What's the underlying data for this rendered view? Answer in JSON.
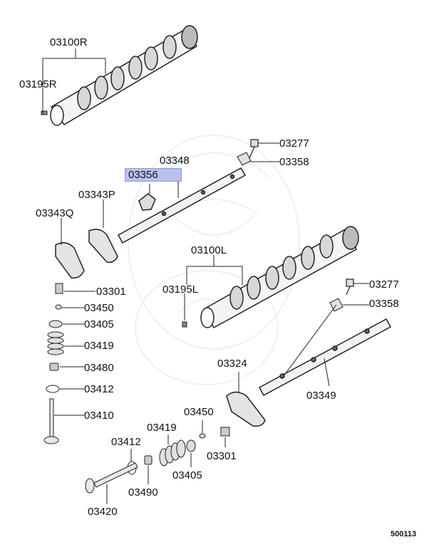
{
  "diagram": {
    "parts": {
      "camshaft_r": "03100R",
      "pin_r": "03195R",
      "bolt_top": "03277",
      "washer_top": "03358",
      "rocker_shaft_top": "03348",
      "highlighted": "03356",
      "rocker_p": "03343P",
      "rocker_q": "03343Q",
      "camshaft_l": "03100L",
      "adjuster_left": "03301",
      "pin_l": "03195L",
      "bolt_right": "03277",
      "washer_right": "03358",
      "retainer_left": "03450",
      "spring_seat_left": "03405",
      "spring_left": "03419",
      "seal_left": "03480",
      "shim_left": "03412",
      "valve_left": "03410",
      "rocker_lower": "03324",
      "rocker_shaft_lower": "03349",
      "retainer_lower": "03450",
      "spring_lower": "03419",
      "shim_lower": "03412",
      "adjuster_lower": "03301",
      "spring_seat_lower": "03405",
      "seal_lower": "03490",
      "valve_lower": "03420"
    },
    "highlight_color": "#b9c2ee",
    "diagram_code": "500113"
  }
}
